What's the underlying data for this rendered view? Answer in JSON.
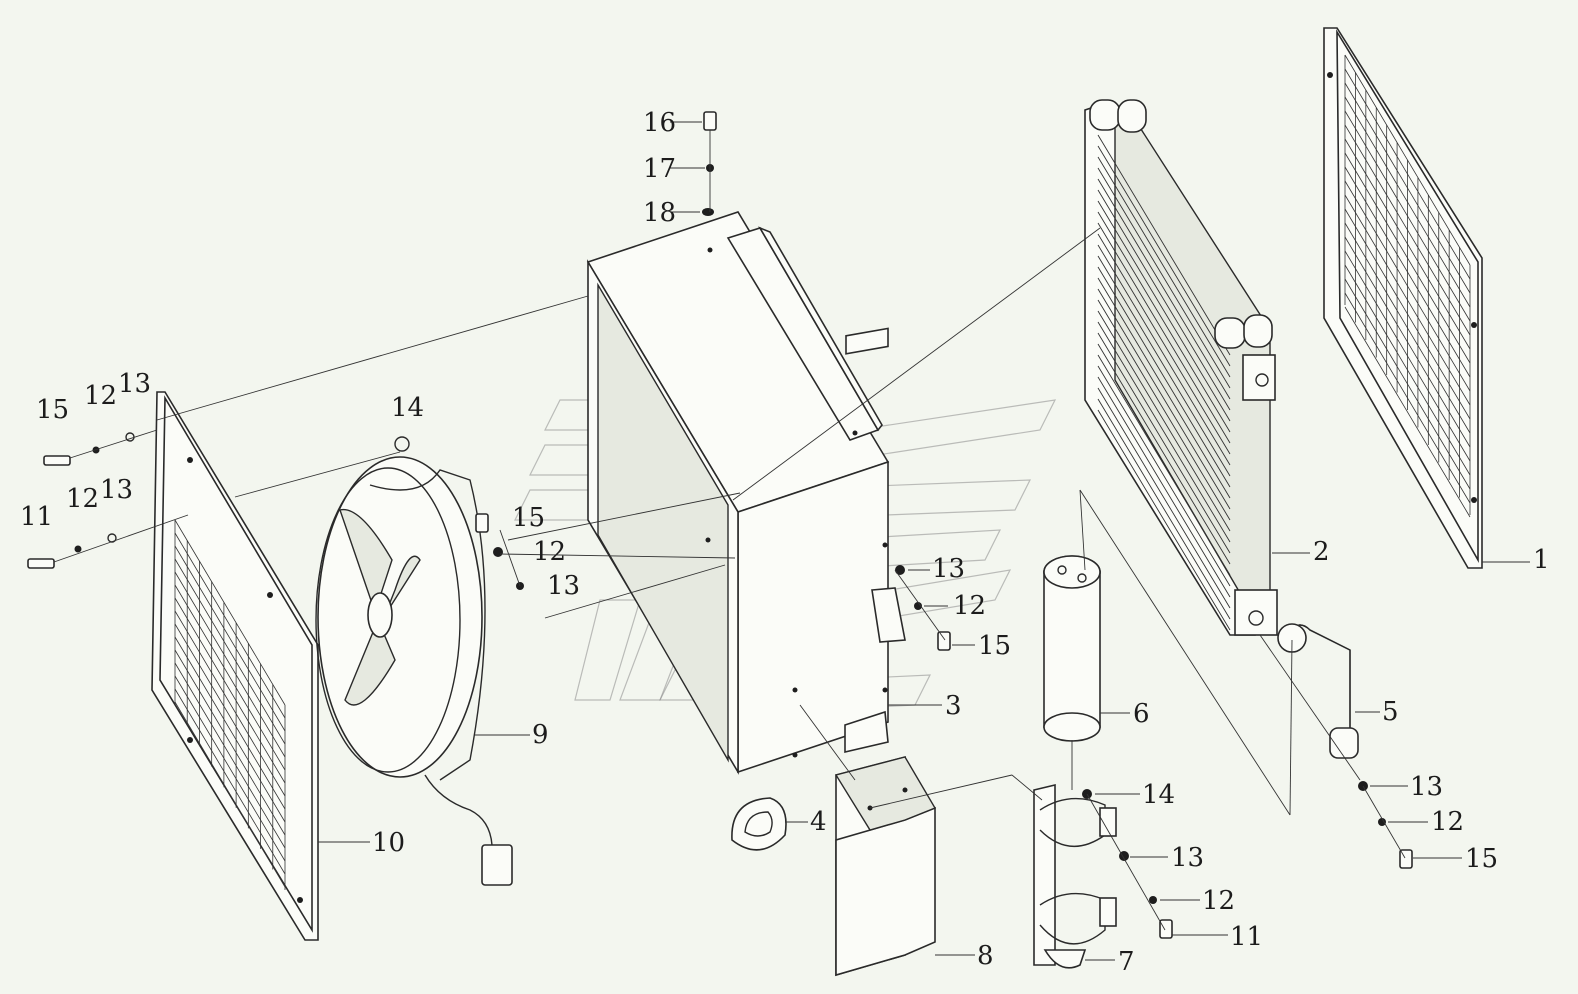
{
  "callouts": {
    "c1": "1",
    "c2": "2",
    "c3": "3",
    "c4": "4",
    "c5": "5",
    "c6": "6",
    "c7": "7",
    "c8": "8",
    "c9": "9",
    "c10": "10",
    "c11a": "11",
    "c11b": "11",
    "c12a": "12",
    "c12b": "12",
    "c12c": "12",
    "c12d": "12",
    "c12e": "12",
    "c12f": "12",
    "c13a": "13",
    "c13b": "13",
    "c13c": "13",
    "c13d": "13",
    "c13e": "13",
    "c13f": "13",
    "c14a": "14",
    "c14b": "14",
    "c15a": "15",
    "c15b": "15",
    "c15c": "15",
    "c15d": "15",
    "c16": "16",
    "c17": "17",
    "c18": "18"
  }
}
